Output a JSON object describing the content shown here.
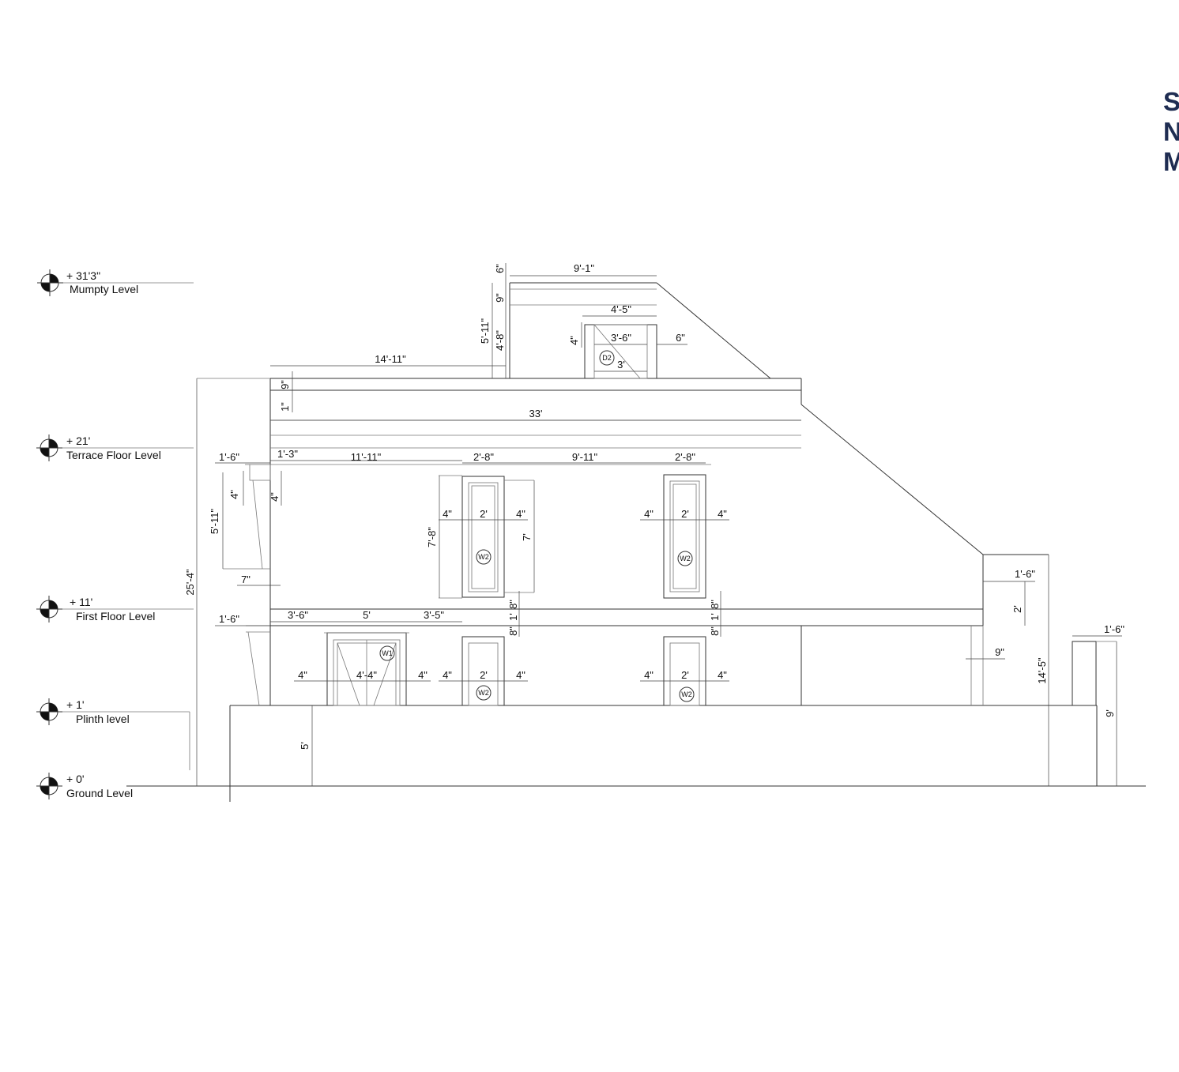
{
  "side_title": [
    "S",
    "N",
    "M"
  ],
  "levels": [
    {
      "elevation": "+ 31'3\"",
      "name": "Mumpty Level"
    },
    {
      "elevation": "+ 21'",
      "name": "Terrace Floor Level"
    },
    {
      "elevation": "+ 11'",
      "name": "First Floor Level"
    },
    {
      "elevation": "+ 1'",
      "name": "Plinth level"
    },
    {
      "elevation": "+ 0'",
      "name": "Ground Level"
    }
  ],
  "dimensions": {
    "mumpty_width": "9'-1\"",
    "mumpty_parapet": "6\"",
    "mumpty_band": "9\"",
    "mumpty_height": "5'-11\"",
    "door_opening_height": "4'-8\"",
    "door_frame_width": "4'-5\"",
    "door_width": "3'-6\"",
    "door_head": "4\"",
    "door_side": "6\"",
    "door_inner": "3'",
    "roof_left_length": "14'-11\"",
    "slab_band": "9\"",
    "slab_gap": "1\"",
    "building_length": "33'",
    "overall_height": "25'-4\"",
    "terrace_sunshade_left": "1'-6\"",
    "terrace_offset": "1'-3\"",
    "terrace_to_w2": "11'-11\"",
    "w2_frame_a": "2'-8\"",
    "w2_between": "9'-11\"",
    "w2_frame_b": "2'-8\"",
    "chajja_drop_a": "4\"",
    "chajja_drop_b": "4\"",
    "left_wall_height": "5'-11\"",
    "left_base": "7\"",
    "w2_side_a1": "4\"",
    "w2_width_a": "2'",
    "w2_side_a2": "4\"",
    "w2_height": "7'-8\"",
    "w2_inner_height": "7'",
    "w2_side_b1": "4\"",
    "w2_width_b": "2'",
    "w2_side_b2": "4\"",
    "w2_sill_a1": "8\"",
    "w2_sill_a2": "1'",
    "w2_sill_a3": "8\"",
    "w2_sill_b1": "8\"",
    "w2_sill_b2": "1'",
    "w2_sill_b3": "8\"",
    "right_overhang": "1'-6\"",
    "right_band": "2'",
    "right_gap": "9\"",
    "right_height": "14'-5\"",
    "ff_sunshade_left": "1'-6\"",
    "ff_seg1": "3'-6\"",
    "ff_seg2": "5'",
    "ff_seg3": "3'-5\"",
    "w1_side1": "4\"",
    "w1_width": "4'-4\"",
    "w1_side2": "4\"",
    "gw_side_a1": "4\"",
    "gw_width_a": "2'",
    "gw_side_a2": "4\"",
    "gw_side_b1": "4\"",
    "gw_width_b": "2'",
    "gw_side_b2": "4\"",
    "wall_top": "1'-6\"",
    "wall_height": "9'",
    "plinth_height": "5'"
  },
  "tags": {
    "w1": "W1",
    "w2a": "W2",
    "w2b": "W2",
    "w2c": "W2",
    "w2d": "W2",
    "d2": "D2"
  }
}
